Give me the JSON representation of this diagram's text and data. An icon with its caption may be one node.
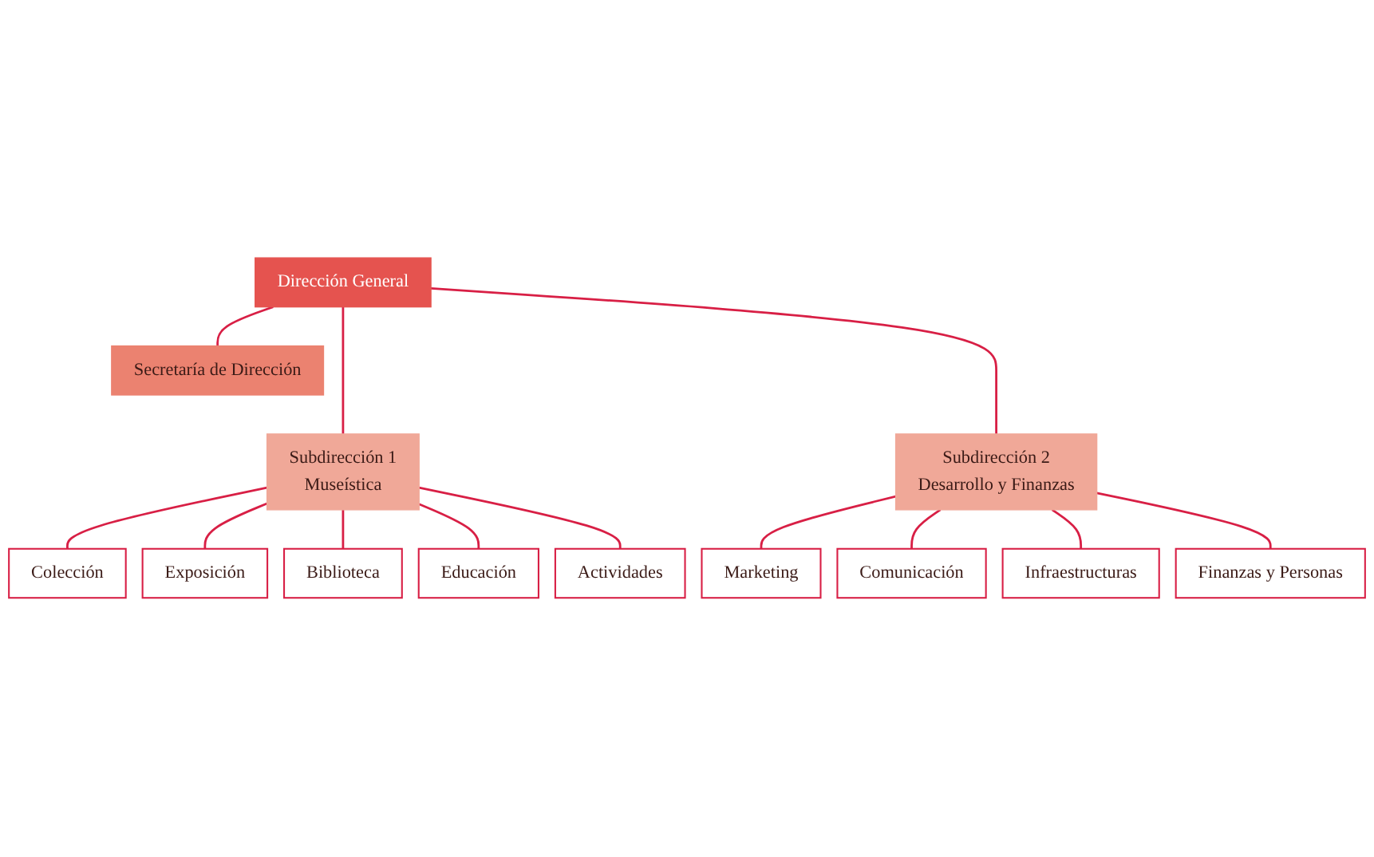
{
  "diagram": {
    "nodes": [
      {
        "text": [
          "Dirección General"
        ]
      },
      {
        "text": [
          "Secretaría de Dirección"
        ]
      },
      {
        "text": [
          "Subdirección 1",
          "Museística"
        ]
      },
      {
        "text": [
          "Subdirección 2",
          "Desarrollo y Finanzas"
        ]
      },
      {
        "text": [
          "Colección"
        ]
      },
      {
        "text": [
          "Exposición"
        ]
      },
      {
        "text": [
          "Biblioteca"
        ]
      },
      {
        "text": [
          "Educación"
        ]
      },
      {
        "text": [
          "Actividades"
        ]
      },
      {
        "text": [
          "Marketing"
        ]
      },
      {
        "text": [
          "Comunicación"
        ]
      },
      {
        "text": [
          "Infraestructuras"
        ]
      },
      {
        "text": [
          "Finanzas y Personas"
        ]
      }
    ],
    "edges": [
      {
        "from": 0,
        "to": 1,
        "arrow": "none"
      },
      {
        "from": 0,
        "to": 2,
        "arrow": "none"
      },
      {
        "from": 0,
        "to": 3,
        "arrow": "none"
      },
      {
        "from": 2,
        "to": 4,
        "arrow": "none"
      },
      {
        "from": 2,
        "to": 5,
        "arrow": "none"
      },
      {
        "from": 2,
        "to": 6,
        "arrow": "none"
      },
      {
        "from": 2,
        "to": 7,
        "arrow": "none"
      },
      {
        "from": 2,
        "to": 8,
        "arrow": "none"
      },
      {
        "from": 3,
        "to": 9,
        "arrow": "none"
      },
      {
        "from": 3,
        "to": 10,
        "arrow": "none"
      },
      {
        "from": 3,
        "to": 11,
        "arrow": "none"
      },
      {
        "from": 3,
        "to": 12,
        "arrow": "none"
      }
    ]
  }
}
